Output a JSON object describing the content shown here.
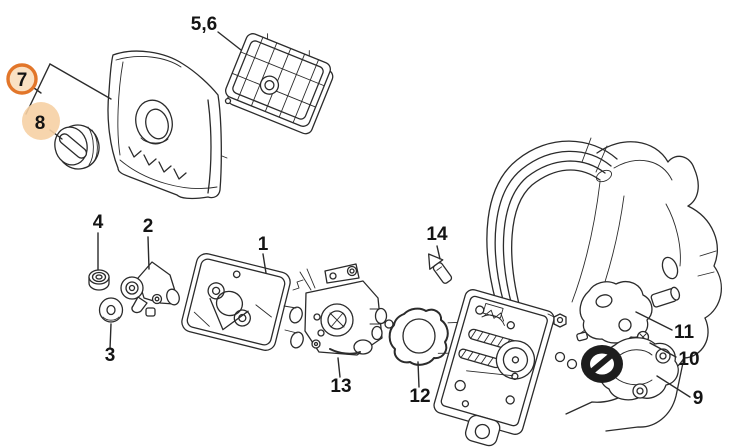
{
  "diagram": {
    "type": "exploded-parts-diagram",
    "background_color": "#ffffff",
    "line_color": "#2b2b2b",
    "label_color": "#141414",
    "selected_ring_color": "#e2762a",
    "selected_ring_fill": "#fae1c3",
    "selected_glow_color": "#f6d0a4"
  },
  "labels": [
    {
      "text": "1",
      "highlighted": false
    },
    {
      "text": "2",
      "highlighted": false
    },
    {
      "text": "3",
      "highlighted": false
    },
    {
      "text": "4",
      "highlighted": false
    },
    {
      "text": "5,6",
      "highlighted": false
    },
    {
      "text": "7",
      "highlighted": true
    },
    {
      "text": "8",
      "highlighted": true
    },
    {
      "text": "9",
      "highlighted": false
    },
    {
      "text": "10",
      "highlighted": false
    },
    {
      "text": "11",
      "highlighted": false
    },
    {
      "text": "12",
      "highlighted": false
    },
    {
      "text": "13",
      "highlighted": false
    },
    {
      "text": "14",
      "highlighted": false
    }
  ]
}
